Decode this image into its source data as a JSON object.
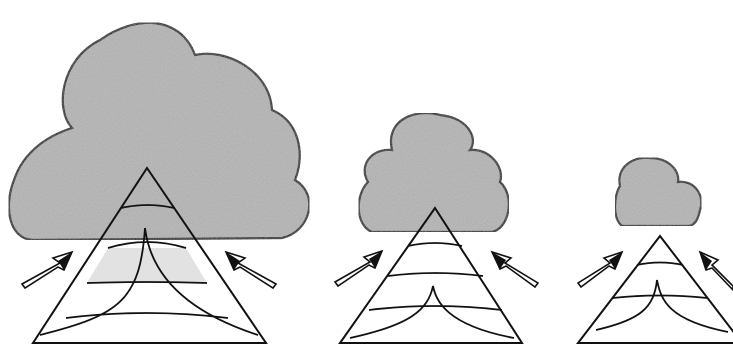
{
  "figure": {
    "panel_count": 3,
    "panels": [
      {
        "order": 1,
        "relative_size": "large"
      },
      {
        "order": 2,
        "relative_size": "medium"
      },
      {
        "order": 3,
        "relative_size": "small"
      }
    ],
    "colors": {
      "cloud_fill": "#b4b4b4",
      "band_fill": "#e2e2e2",
      "stroke": "#111111",
      "background": "#ffffff"
    },
    "icons": [
      "cloud-shape",
      "triangle-mountain",
      "arrow-icon"
    ]
  }
}
